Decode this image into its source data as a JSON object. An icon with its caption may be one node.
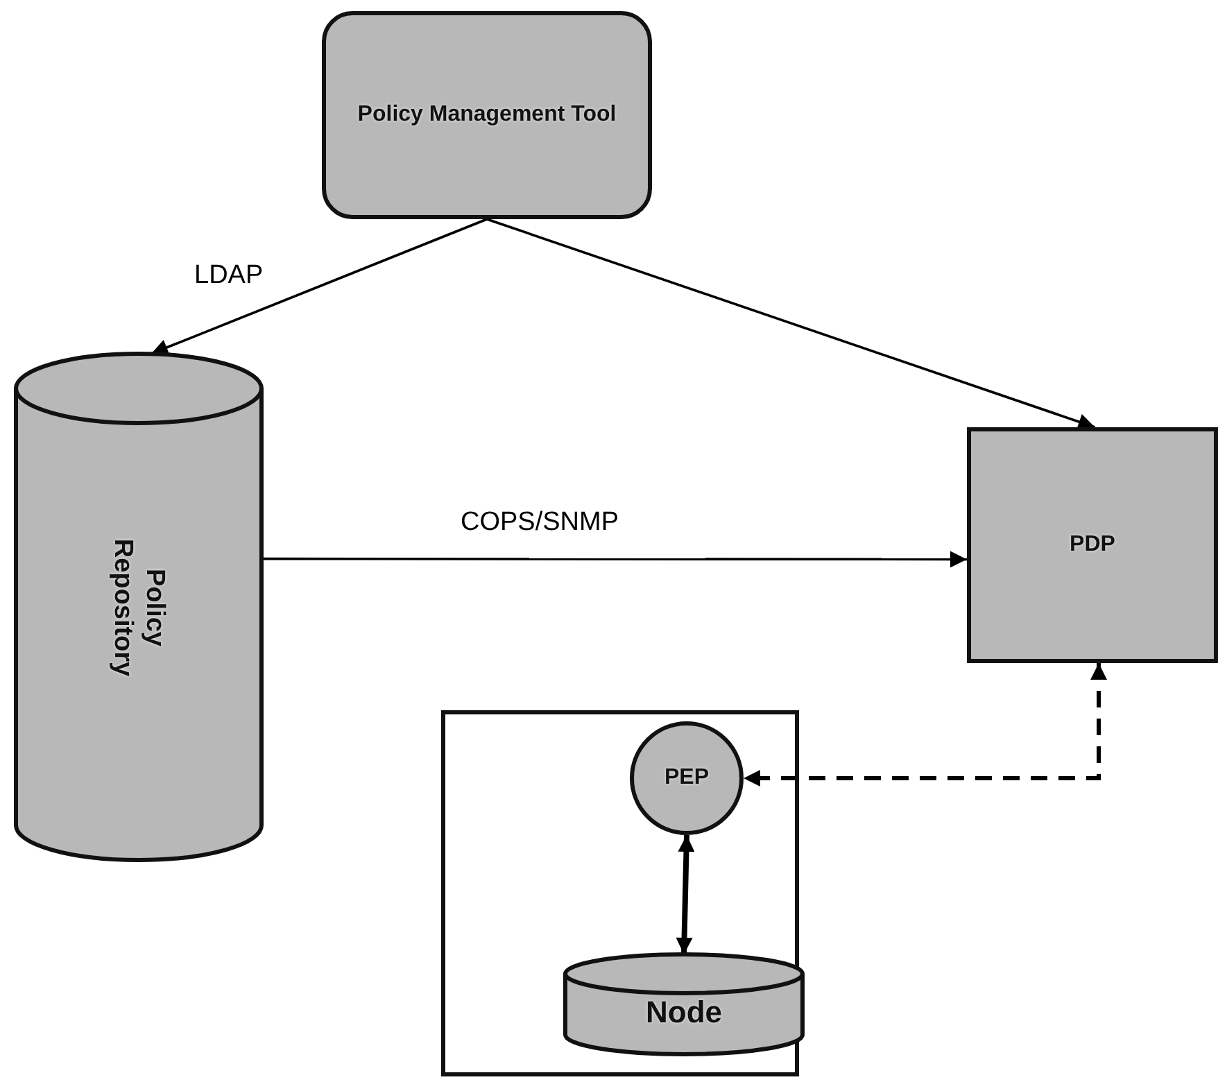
{
  "diagram": {
    "nodes": [
      {
        "text": [
          "Policy Management Tool"
        ]
      },
      {
        "text": [
          "Policy Repository"
        ]
      },
      {
        "text": [
          "PDP"
        ]
      },
      {
        "text": [],
        "shape": "box"
      },
      {
        "text": [
          "PEP"
        ],
        "in": 3
      },
      {
        "text": [
          "Node"
        ],
        "in": 3
      }
    ],
    "edges": [
      {
        "from": 0,
        "to": 1,
        "arrow": "to",
        "label": "LDAP"
      },
      {
        "from": 0,
        "to": 2,
        "arrow": "to"
      },
      {
        "from": 1,
        "to": 2,
        "arrow": "to",
        "label": "COPS/SNMP"
      },
      {
        "from": 2,
        "to": 4,
        "arrow": "both",
        "style": "dashed"
      },
      {
        "from": 4,
        "to": 5,
        "arrow": "both",
        "style": "thick"
      }
    ]
  }
}
